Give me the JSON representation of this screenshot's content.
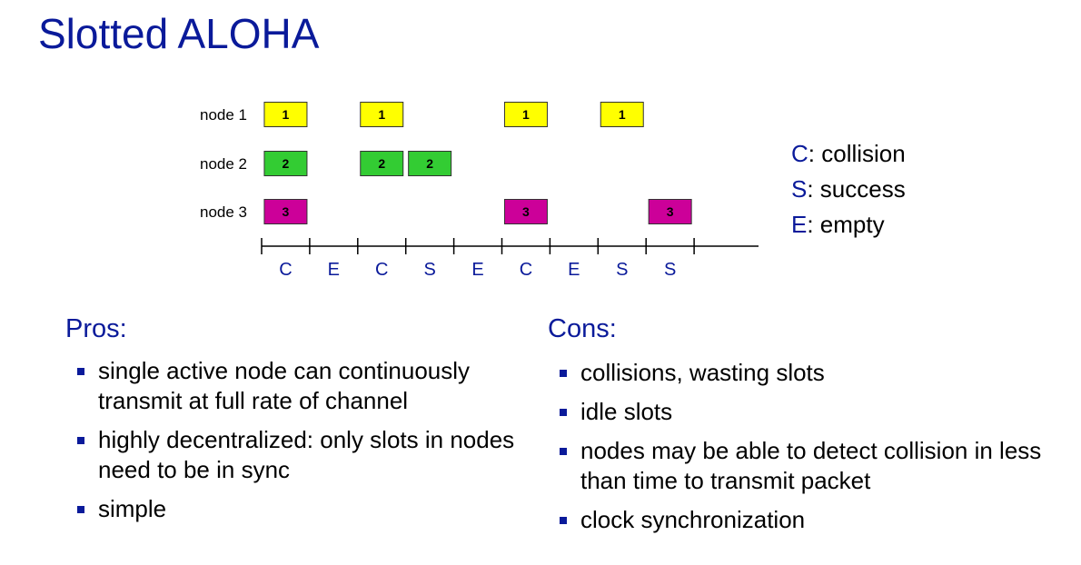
{
  "title": "Slotted ALOHA",
  "diagram": {
    "nodes": [
      {
        "label": "node 1",
        "number": "1",
        "slots": [
          0,
          2,
          5,
          7
        ],
        "color": "#ffff00"
      },
      {
        "label": "node 2",
        "number": "2",
        "slots": [
          0,
          2,
          3
        ],
        "color": "#33cc33"
      },
      {
        "label": "node 3",
        "number": "3",
        "slots": [
          0,
          5,
          8
        ],
        "color": "#cc0099"
      }
    ],
    "outcomes": [
      "C",
      "E",
      "C",
      "S",
      "E",
      "C",
      "E",
      "S",
      "S"
    ]
  },
  "legend": [
    {
      "key": "C",
      "text": ": collision"
    },
    {
      "key": "S",
      "text": ": success"
    },
    {
      "key": "E",
      "text": ": empty"
    }
  ],
  "pros": {
    "heading": "Pros:",
    "items": [
      "single active node can continuously transmit at full rate of channel",
      "highly decentralized: only slots in nodes need to be in sync",
      "simple"
    ]
  },
  "cons": {
    "heading": "Cons:",
    "items": [
      "collisions, wasting slots",
      "idle slots",
      "nodes may be able to detect collision in less than time to transmit packet",
      "clock synchronization"
    ]
  },
  "colors": {
    "heading": "#0a1a9a",
    "bullet": "#0a1a9a"
  }
}
